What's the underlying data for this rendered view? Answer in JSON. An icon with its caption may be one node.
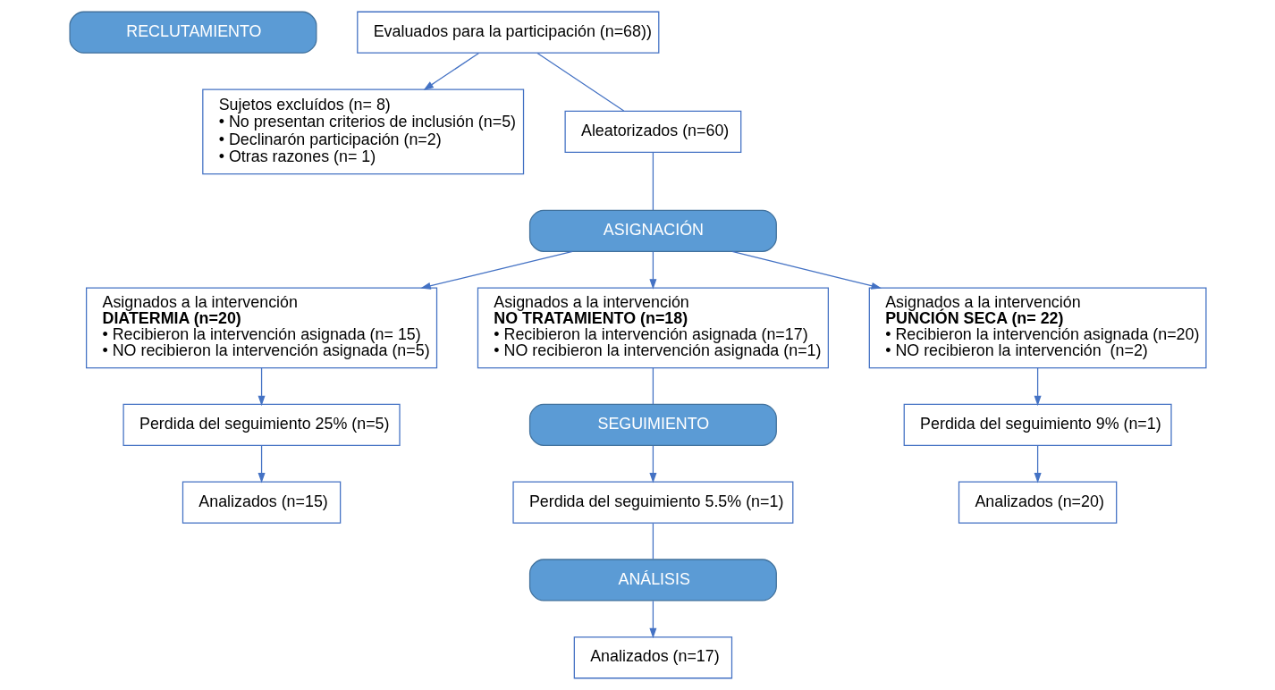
{
  "diagram": {
    "nodes": [
      {
        "text": [
          "RECLUTAMIENTO"
        ]
      },
      {
        "text": [
          "Evaluados para la participación (n=68))"
        ]
      },
      {
        "text": [
          "Sujetos excluídos (n= 8)",
          "• No presentan criterios de inclusión (n=5)",
          "• Declinarón participación (n=2)",
          "• Otras razones (n= 1)"
        ]
      },
      {
        "text": [
          "Aleatorizados (n=60)"
        ]
      },
      {
        "text": [
          "ASIGNACIÓN"
        ]
      },
      {
        "text": [
          "Asignados a la intervención **DIATERMIA (n=20)**",
          "• Recibieron la intervención asignada (n= 15)",
          "• NO recibieron la intervención asignada (n=5)"
        ]
      },
      {
        "text": [
          "Asignados a la intervención **NO TRATAMIENTO (n=18)**",
          "• Recibieron la intervención asignada (n=17)",
          "• NO recibieron la intervención asignada (n=1)"
        ]
      },
      {
        "text": [
          "Asignados a la intervención **PUNCIÓN SECA (n= 22)**",
          "• Recibieron la intervención asignada (n=20)",
          "• NO recibieron la intervención  (n=2)"
        ]
      },
      {
        "text": [
          "SEGUIMIENTO"
        ]
      },
      {
        "text": [
          "Perdida del seguimiento 25% (n=5)"
        ]
      },
      {
        "text": [
          "Perdida del seguimiento 5.5% (n=1)"
        ]
      },
      {
        "text": [
          "Perdida del seguimiento 9% (n=1)"
        ]
      },
      {
        "text": [
          "ANÁLISIS"
        ]
      },
      {
        "text": [
          "Analizados (n=15)"
        ]
      },
      {
        "text": [
          "Analizados (n=17)"
        ]
      },
      {
        "text": [
          "Analizados (n=20)"
        ]
      }
    ],
    "edges": [
      {
        "from": 1,
        "to": 3,
        "arrow": "none"
      },
      {
        "from": 1,
        "to": 2,
        "arrow": "to"
      },
      {
        "from": 3,
        "to": 4,
        "arrow": "none"
      },
      {
        "from": 4,
        "to": 5,
        "arrow": "to"
      },
      {
        "from": 4,
        "to": 6,
        "arrow": "to"
      },
      {
        "from": 4,
        "to": 7,
        "arrow": "to"
      },
      {
        "from": 5,
        "to": 9,
        "arrow": "to"
      },
      {
        "from": 6,
        "to": 8,
        "arrow": "none"
      },
      {
        "from": 8,
        "to": 10,
        "arrow": "to"
      },
      {
        "from": 7,
        "to": 11,
        "arrow": "to"
      },
      {
        "from": 9,
        "to": 13,
        "arrow": "to"
      },
      {
        "from": 10,
        "to": 12,
        "arrow": "none"
      },
      {
        "from": 12,
        "to": 14,
        "arrow": "to"
      },
      {
        "from": 11,
        "to": 15,
        "arrow": "to"
      }
    ]
  }
}
